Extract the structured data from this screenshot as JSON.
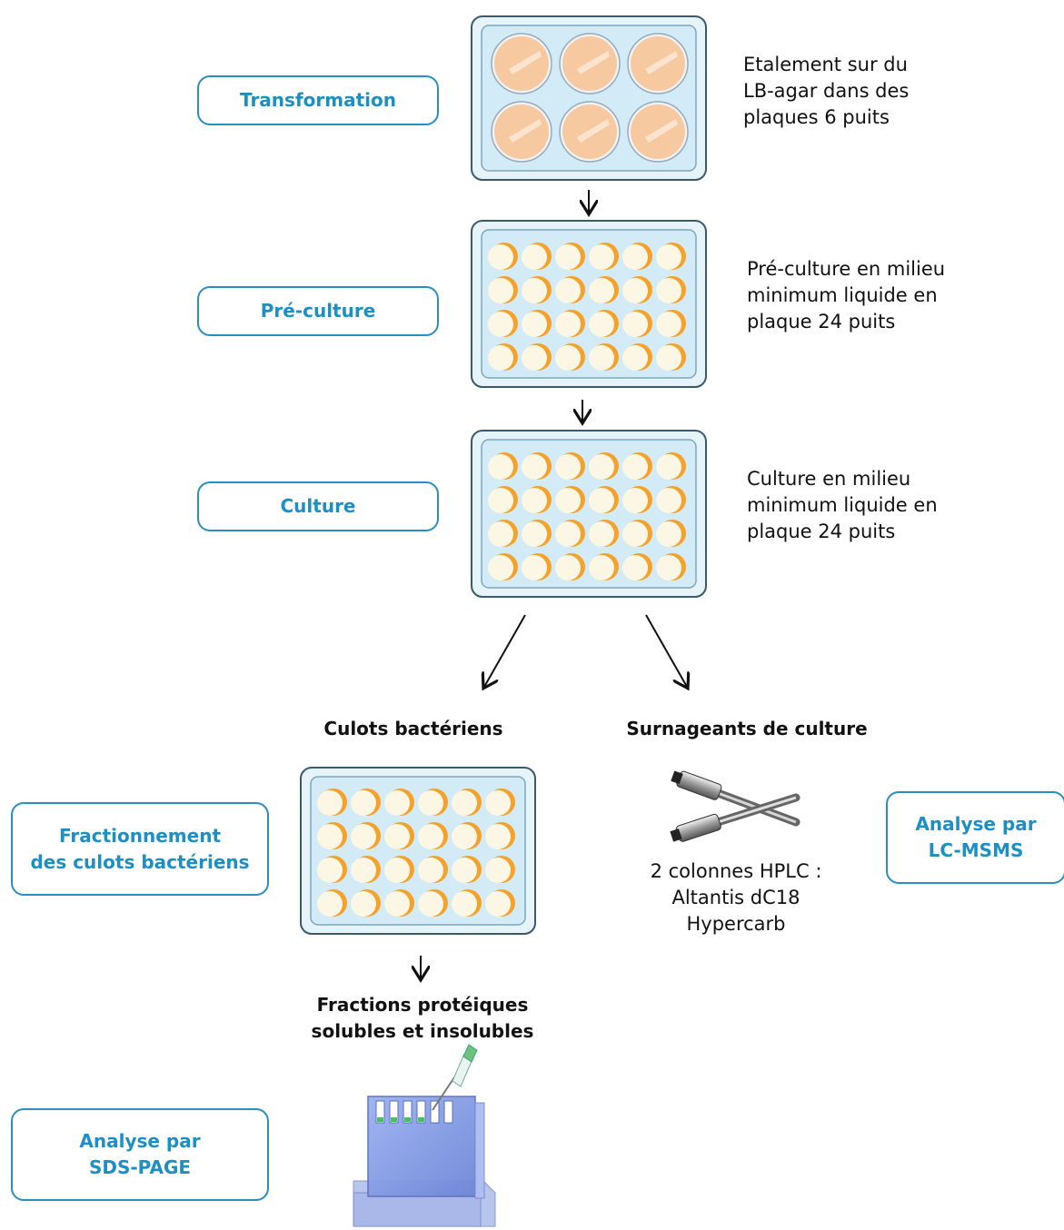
{
  "steps": {
    "transformation": "Transformation",
    "preculture": "Pré-culture",
    "culture": "Culture",
    "fractionnement": "Fractionnement\ndes culots bactériens",
    "lcmsms": "Analyse par\nLC-MSMS",
    "sdspage": "Analyse par\nSDS-PAGE"
  },
  "descriptions": {
    "transformation": "Etalement sur du\nLB-agar dans des\nplaques 6 puits",
    "preculture": "Pré-culture en milieu\nminimum liquide en\nplaque 24 puits",
    "culture": "Culture en milieu\nminimum liquide en\nplaque 24 puits",
    "columns": "2 colonnes HPLC :\nAltantis dC18\nHypercarb"
  },
  "labels": {
    "culots": "Culots bactériens",
    "surnageants": "Surnageants de culture",
    "fractions": "Fractions protéiques\nsolubles et insolubles"
  },
  "colors": {
    "box_border": "#2a8fc0",
    "box_text": "#1d8fc4",
    "plate_frame": "#cfe8f3",
    "well_fill": "#fbf7e4",
    "well_crescent": "#f4a22a",
    "agar": "#f7c9a0",
    "arrow": "#111111"
  }
}
